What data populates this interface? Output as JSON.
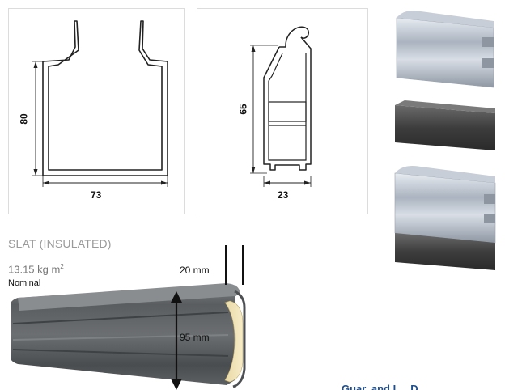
{
  "drawings": {
    "left": {
      "width_label": "73",
      "height_label": "80"
    },
    "middle": {
      "width_label": "23",
      "height_label": "65"
    }
  },
  "slat": {
    "heading": "SLAT (INSULATED)",
    "weight_value": "13.15 kg m",
    "weight_unit_sup": "2",
    "nominal": "Nominal",
    "thickness_label": "20 mm",
    "height_label": "95 mm"
  },
  "footer": {
    "partial_text": "Guar. and I. .. D. .. ."
  },
  "colors": {
    "panel_border": "#dcdcdc",
    "heading": "#9a9a9a",
    "slat_fill": "#55585b",
    "insulation": "#efe2b6"
  }
}
